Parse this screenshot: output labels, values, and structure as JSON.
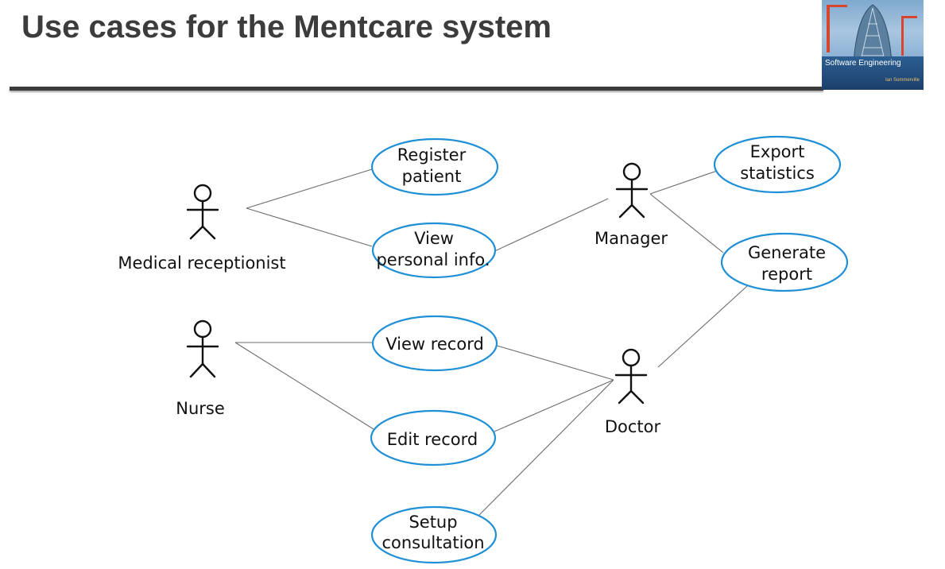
{
  "title": "Use cases for the Mentcare system",
  "cover": {
    "title": "Software Engineering",
    "author": "Ian Sommerville"
  },
  "actors": {
    "receptionist": "Medical receptionist",
    "nurse": "Nurse",
    "manager": "Manager",
    "doctor": "Doctor"
  },
  "use_cases": {
    "register_patient": [
      "Register",
      "patient"
    ],
    "view_personal_info": [
      "View",
      "personal info."
    ],
    "view_record": "View record",
    "edit_record": "Edit record",
    "setup_consultation": [
      "Setup",
      "consultation"
    ],
    "export_statistics": [
      "Export",
      "statistics"
    ],
    "generate_report": [
      "Generate",
      "report"
    ]
  },
  "associations": [
    [
      "Medical receptionist",
      "Register patient"
    ],
    [
      "Medical receptionist",
      "View personal info."
    ],
    [
      "Manager",
      "View personal info."
    ],
    [
      "Manager",
      "Export statistics"
    ],
    [
      "Manager",
      "Generate report"
    ],
    [
      "Nurse",
      "View record"
    ],
    [
      "Nurse",
      "Edit record"
    ],
    [
      "Doctor",
      "View record"
    ],
    [
      "Doctor",
      "Edit record"
    ],
    [
      "Doctor",
      "Setup consultation"
    ],
    [
      "Doctor",
      "Generate report"
    ]
  ],
  "colors": {
    "use_case_border": "#1f8fd6",
    "title_text": "#3c3c3c",
    "rule": "#3b3b3b"
  }
}
